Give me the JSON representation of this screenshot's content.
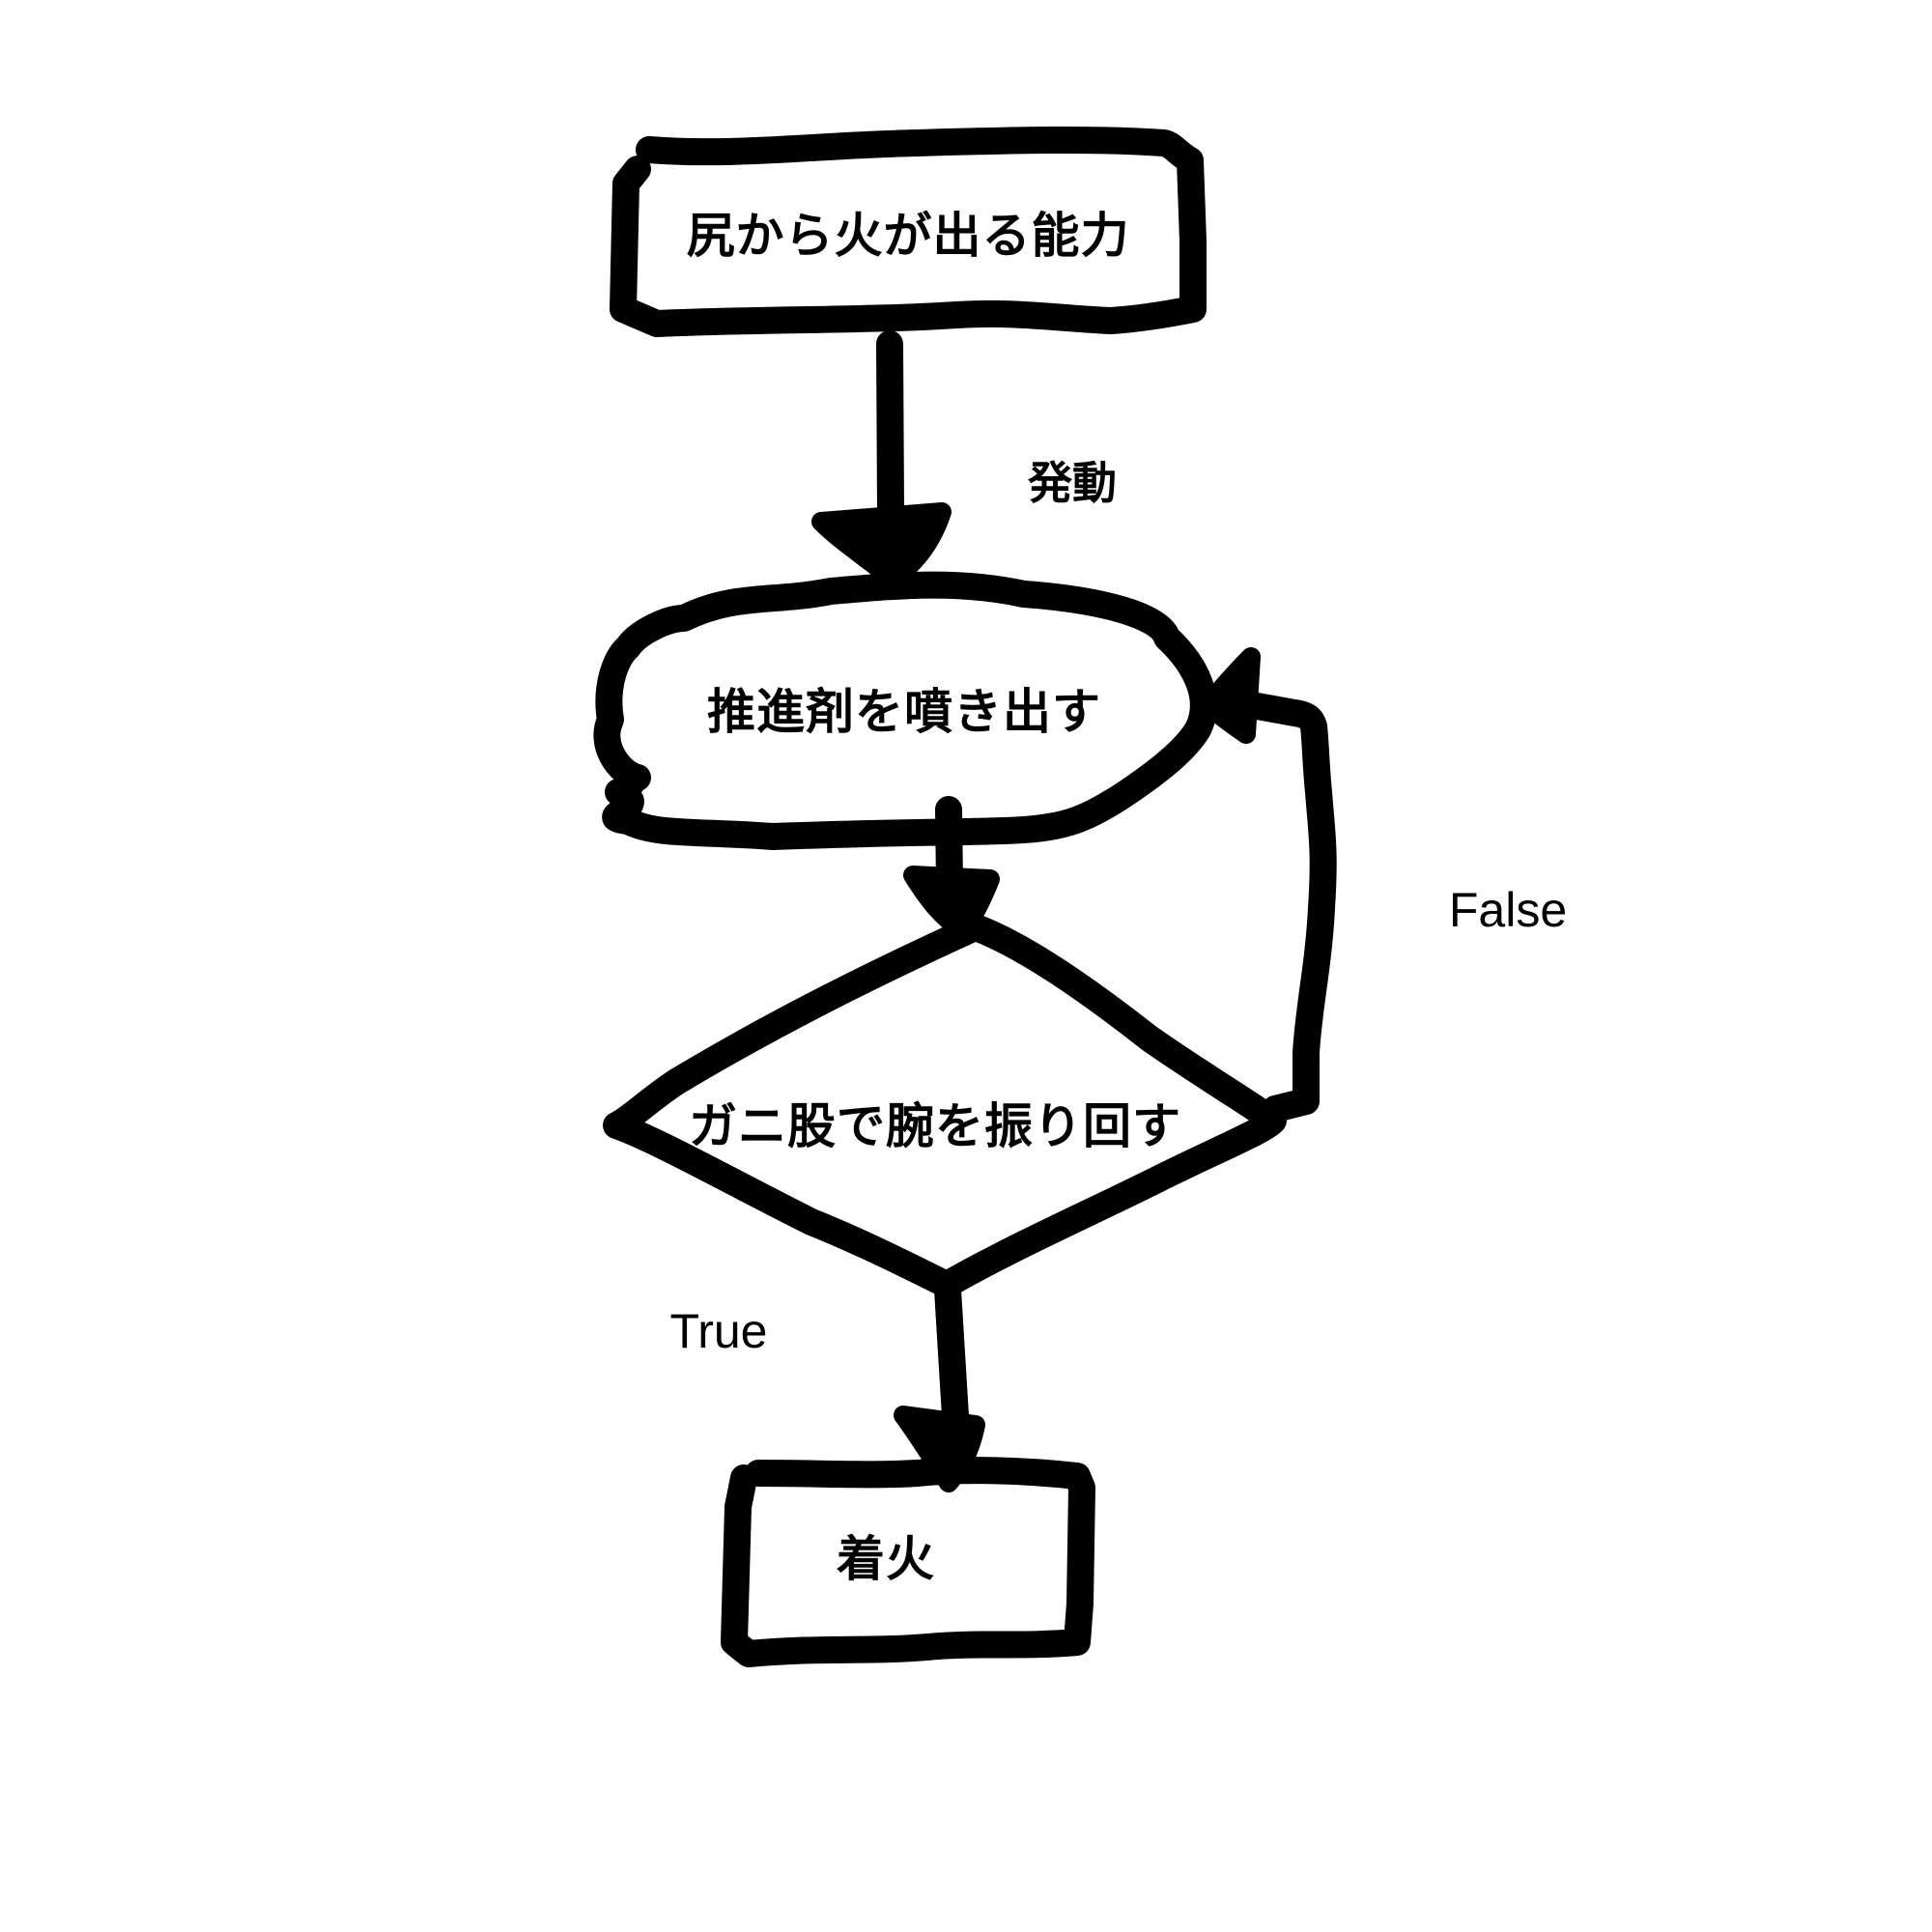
{
  "nodes": {
    "start": "尻から火が出る能力",
    "process": "推進剤を噴き出す",
    "decision": "ガニ股で腕を振り回す",
    "end": "着火"
  },
  "edges": {
    "activate": "発動",
    "false": "False",
    "true": "True"
  },
  "colors": {
    "stroke": "#000000",
    "background": "#ffffff"
  }
}
